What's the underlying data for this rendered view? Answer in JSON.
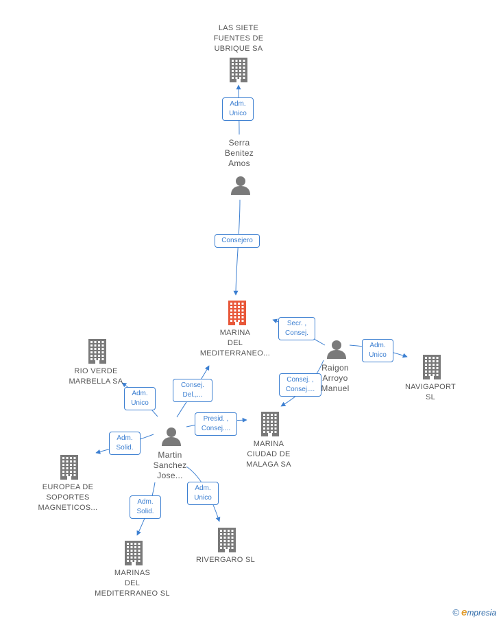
{
  "colors": {
    "edge": "#3c7fd1",
    "node": "#7a7a7a",
    "center_node": "#e8583a"
  },
  "companies": [
    {
      "id": "siete",
      "label": "LAS SIETE\nFUENTES DE\nUBRIQUE SA",
      "icon": "building-icon"
    },
    {
      "id": "center",
      "label": "MARINA\nDEL\nMEDITERRANEO...",
      "icon": "building-icon",
      "highlight": true
    },
    {
      "id": "rioverde",
      "label": "RIO VERDE\nMARBELLA SA",
      "icon": "building-icon"
    },
    {
      "id": "navigaport",
      "label": "NAVIGAPORT\nSL",
      "icon": "building-icon"
    },
    {
      "id": "malaga",
      "label": "MARINA\nCIUDAD DE\nMALAGA SA",
      "icon": "building-icon"
    },
    {
      "id": "europea",
      "label": "EUROPEA DE\nSOPORTES\nMAGNETICOS...",
      "icon": "building-icon"
    },
    {
      "id": "rivergaro",
      "label": "RIVERGARO  SL",
      "icon": "building-icon"
    },
    {
      "id": "marinas",
      "label": "MARINAS\nDEL\nMEDITERRANEO SL",
      "icon": "building-icon"
    }
  ],
  "persons": [
    {
      "id": "serra",
      "label": "Serra\nBenitez\nAmos",
      "icon": "person-icon"
    },
    {
      "id": "raigon",
      "label": "Raigon\nArroyo\nManuel",
      "icon": "person-icon"
    },
    {
      "id": "martin",
      "label": "Martin\nSanchez\nJose...",
      "icon": "person-icon"
    }
  ],
  "relations": [
    {
      "id": "r1",
      "label": "Adm.\nUnico",
      "from": "serra",
      "to": "siete"
    },
    {
      "id": "r2",
      "label": "Consejero",
      "from": "serra",
      "to": "center"
    },
    {
      "id": "r3",
      "label": "Secr. ,\nConsej.",
      "from": "raigon",
      "to": "center"
    },
    {
      "id": "r4",
      "label": "Adm.\nUnico",
      "from": "raigon",
      "to": "navigaport"
    },
    {
      "id": "r5",
      "label": "Consej. ,\nConsej....",
      "from": "raigon",
      "to": "malaga"
    },
    {
      "id": "r6",
      "label": "Consej.\nDel.,...",
      "from": "martin",
      "to": "center"
    },
    {
      "id": "r7",
      "label": "Adm.\nUnico",
      "from": "martin",
      "to": "rioverde"
    },
    {
      "id": "r8",
      "label": "Presid. ,\nConsej....",
      "from": "martin",
      "to": "malaga"
    },
    {
      "id": "r9",
      "label": "Adm.\nSolid.",
      "from": "martin",
      "to": "europea"
    },
    {
      "id": "r10",
      "label": "Adm.\nSolid.",
      "from": "martin",
      "to": "marinas"
    },
    {
      "id": "r11",
      "label": "Adm.\nUnico",
      "from": "martin",
      "to": "rivergaro"
    }
  ],
  "footer": {
    "copyright": "©",
    "brand_initial": "e",
    "brand_rest": "mpresia"
  }
}
